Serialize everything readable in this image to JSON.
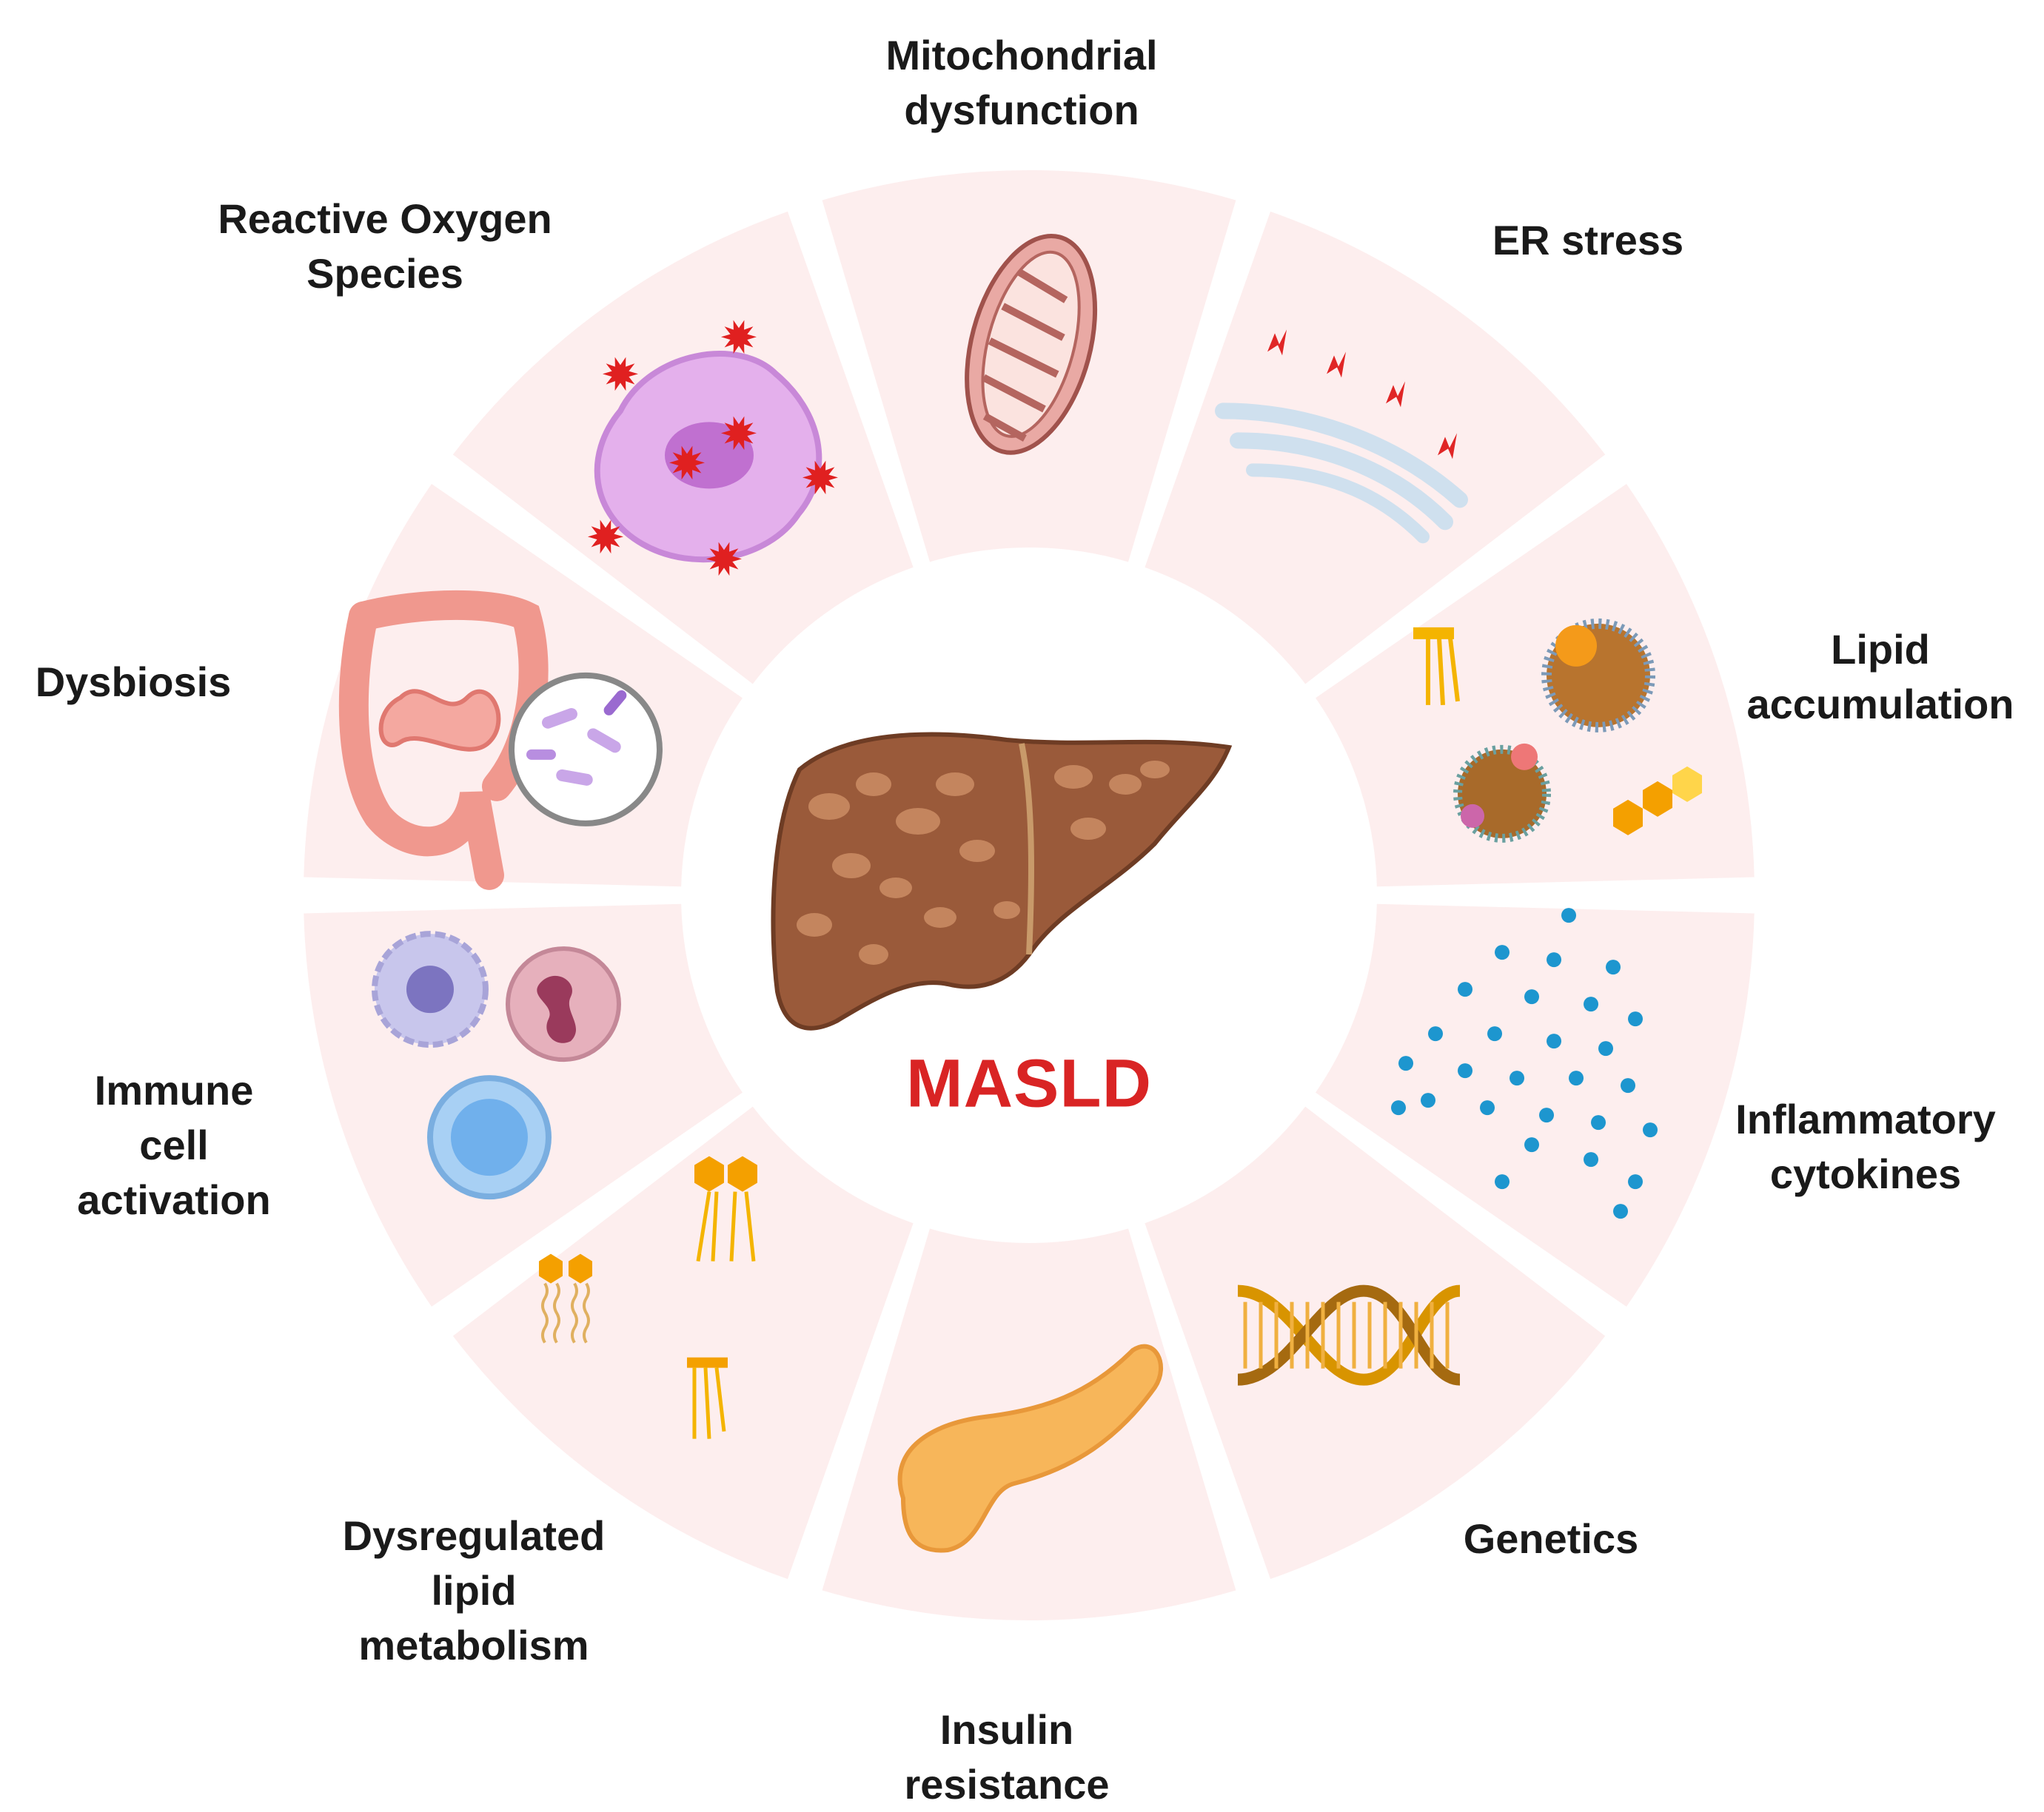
{
  "center": {
    "title": "MASLD"
  },
  "colors": {
    "segment_fill": "#fdeeee",
    "center_fill": "#ffffff",
    "title_color": "#d92424",
    "liver": "#9a5a3a"
  },
  "segments": [
    {
      "key": "mitochondrial",
      "icon": "mitochondria-icon",
      "lines": [
        "Mitochondrial",
        "dysfunction"
      ]
    },
    {
      "key": "er-stress",
      "icon": "endoplasmic-reticulum-icon",
      "lines": [
        "ER stress"
      ]
    },
    {
      "key": "lipid-accumulation",
      "icon": "lipid-droplet-icon",
      "lines": [
        "Lipid",
        "accumulation"
      ]
    },
    {
      "key": "inflammatory-cytokines",
      "icon": "cytokines-icon",
      "lines": [
        "Inflammatory",
        "cytokines"
      ]
    },
    {
      "key": "genetics",
      "icon": "dna-icon",
      "lines": [
        "Genetics"
      ]
    },
    {
      "key": "insulin-resistance",
      "icon": "pancreas-icon",
      "lines": [
        "Insulin",
        "resistance"
      ]
    },
    {
      "key": "dysregulated-lipid",
      "icon": "phospholipid-icon",
      "lines": [
        "Dysregulated",
        "lipid",
        "metabolism"
      ]
    },
    {
      "key": "immune-cell",
      "icon": "immune-cells-icon",
      "lines": [
        "Immune",
        "cell",
        "activation"
      ]
    },
    {
      "key": "dysbiosis",
      "icon": "intestine-bacteria-icon",
      "lines": [
        "Dysbiosis"
      ]
    },
    {
      "key": "ros",
      "icon": "reactive-oxygen-cell-icon",
      "lines": [
        "Reactive Oxygen",
        "Species"
      ]
    }
  ]
}
